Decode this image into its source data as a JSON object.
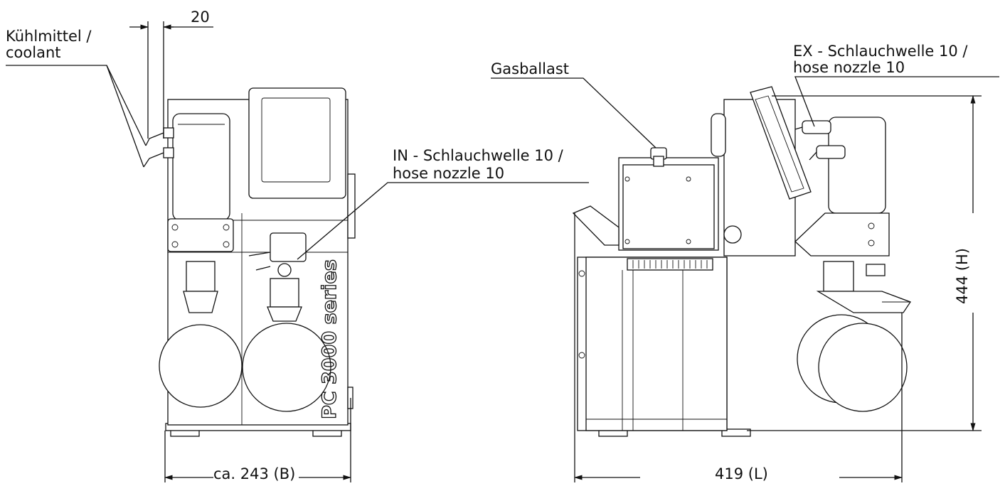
{
  "labels": {
    "coolant_de": "Kühlmittel /",
    "coolant_en": "coolant",
    "in_de": "IN - Schlauchwelle 10 /",
    "in_en": "hose nozzle 10",
    "gasballast": "Gasballast",
    "ex_de": "EX - Schlauchwelle 10 /",
    "ex_en": "hose nozzle 10",
    "series_text": "PC 3000 series"
  },
  "dimensions": {
    "coolant_spacing": "20",
    "width": "ca. 243 (B)",
    "length": "419 (L)",
    "height": "444 (H)"
  }
}
